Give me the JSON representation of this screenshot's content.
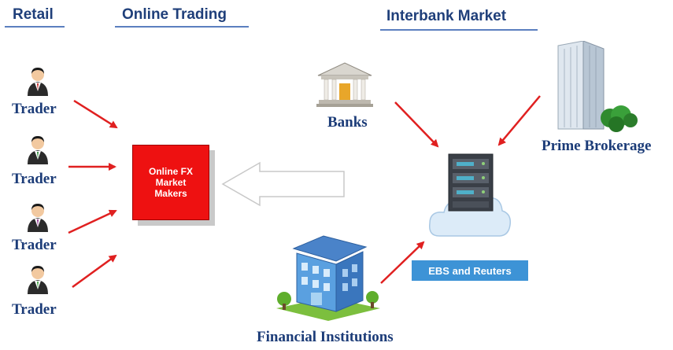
{
  "headers": {
    "retail": "Retail",
    "online_trading": "Online Trading",
    "interbank": "Interbank Market"
  },
  "traders": [
    "Trader",
    "Trader",
    "Trader",
    "Trader"
  ],
  "market_makers": "Online FX Market Makers",
  "banks": "Banks",
  "prime_brokerage": "Prime Brokerage",
  "ebs_reuters": "EBS and Reuters",
  "financial_institutions": "Financial Institutions",
  "colors": {
    "header_text": "#1f3f7a",
    "label_text": "#1c3c78",
    "arrow_red": "#e02020",
    "market_maker_box": "#ee1111",
    "ebs_box": "#3d93d6"
  },
  "icons": [
    "trader-person-icon",
    "bank-building-icon",
    "office-tower-icon",
    "server-cloud-icon",
    "institution-building-icon"
  ]
}
